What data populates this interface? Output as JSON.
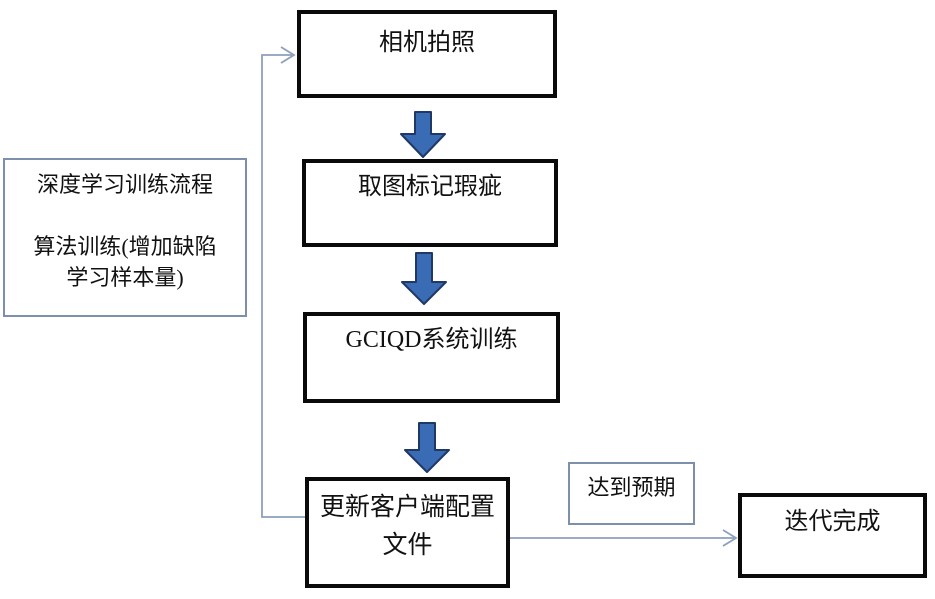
{
  "diagram": {
    "type": "flowchart",
    "nodes": {
      "camera": {
        "label": "相机拍照"
      },
      "mark": {
        "label": "取图标记瑕疵"
      },
      "train": {
        "label": "GCIQD系统训练"
      },
      "update": {
        "label_line1": "更新客户端配置",
        "label_line2": "文件"
      },
      "done": {
        "label": "迭代完成"
      },
      "expected": {
        "label": "达到预期"
      },
      "annotation": {
        "line1": "深度学习训练流程",
        "line2": "算法训练(增加缺陷",
        "line3": "学习样本量)"
      }
    },
    "edges": [
      {
        "from": "camera",
        "to": "mark",
        "style": "block-arrow"
      },
      {
        "from": "mark",
        "to": "train",
        "style": "block-arrow"
      },
      {
        "from": "train",
        "to": "update",
        "style": "block-arrow"
      },
      {
        "from": "update",
        "to": "camera",
        "style": "thin-feedback-loop"
      },
      {
        "from": "update",
        "to": "done",
        "style": "thin-arrow",
        "label": "达到预期"
      }
    ],
    "colors": {
      "box_border": "#0a0a0a",
      "thin_border": "#7c90ac",
      "block_arrow_fill": "#3a6bb5",
      "block_arrow_stroke": "#1f3864",
      "connector": "#8ca0bc"
    }
  }
}
